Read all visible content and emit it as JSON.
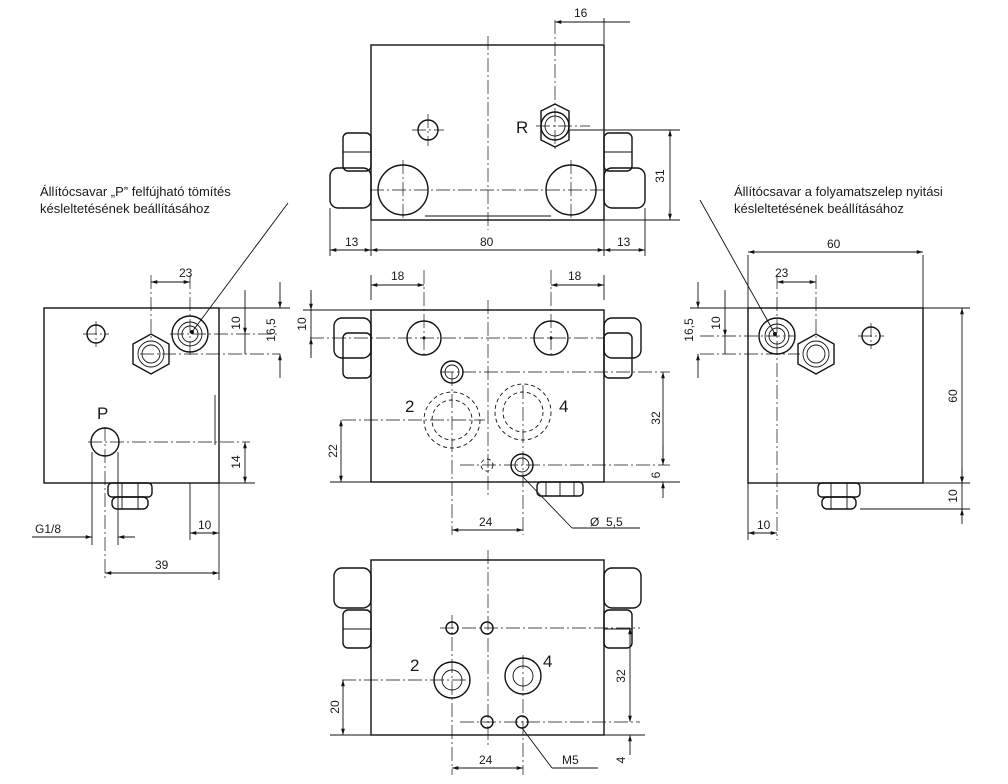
{
  "notes": {
    "left_line1": "Állítócsavar „P” felfújható tömítés",
    "left_line2": "késleltetésének beállításához",
    "right_line1": "Állítócsavar a folyamatszelep nyitási",
    "right_line2": "késleltetésének beállításához"
  },
  "port_labels": {
    "R": "R",
    "P": "P",
    "two_front": "2",
    "four_front": "4",
    "two_bottom": "2",
    "four_bottom": "4"
  },
  "dims": {
    "top": {
      "d16": "16",
      "d31": "31",
      "d13l": "13",
      "d80": "80",
      "d13r": "13"
    },
    "left": {
      "d23": "23",
      "d10": "10",
      "d16_5": "16,5",
      "d14": "14",
      "g18": "G1/8",
      "d10b": "10",
      "d39": "39"
    },
    "front": {
      "d18l": "18",
      "d18r": "18",
      "d10": "10",
      "d32": "32",
      "d22": "22",
      "d6": "6",
      "d24": "24",
      "d5_5": "5,5"
    },
    "right": {
      "d60t": "60",
      "d23": "23",
      "d16_5": "16,5",
      "d10": "10",
      "d60v": "60",
      "d10v": "10",
      "d10b": "10"
    },
    "bottom": {
      "d32": "32",
      "d20": "20",
      "d24": "24",
      "m5": "M5",
      "d4": "4"
    }
  },
  "symbols": {
    "diameter": "Ø"
  }
}
